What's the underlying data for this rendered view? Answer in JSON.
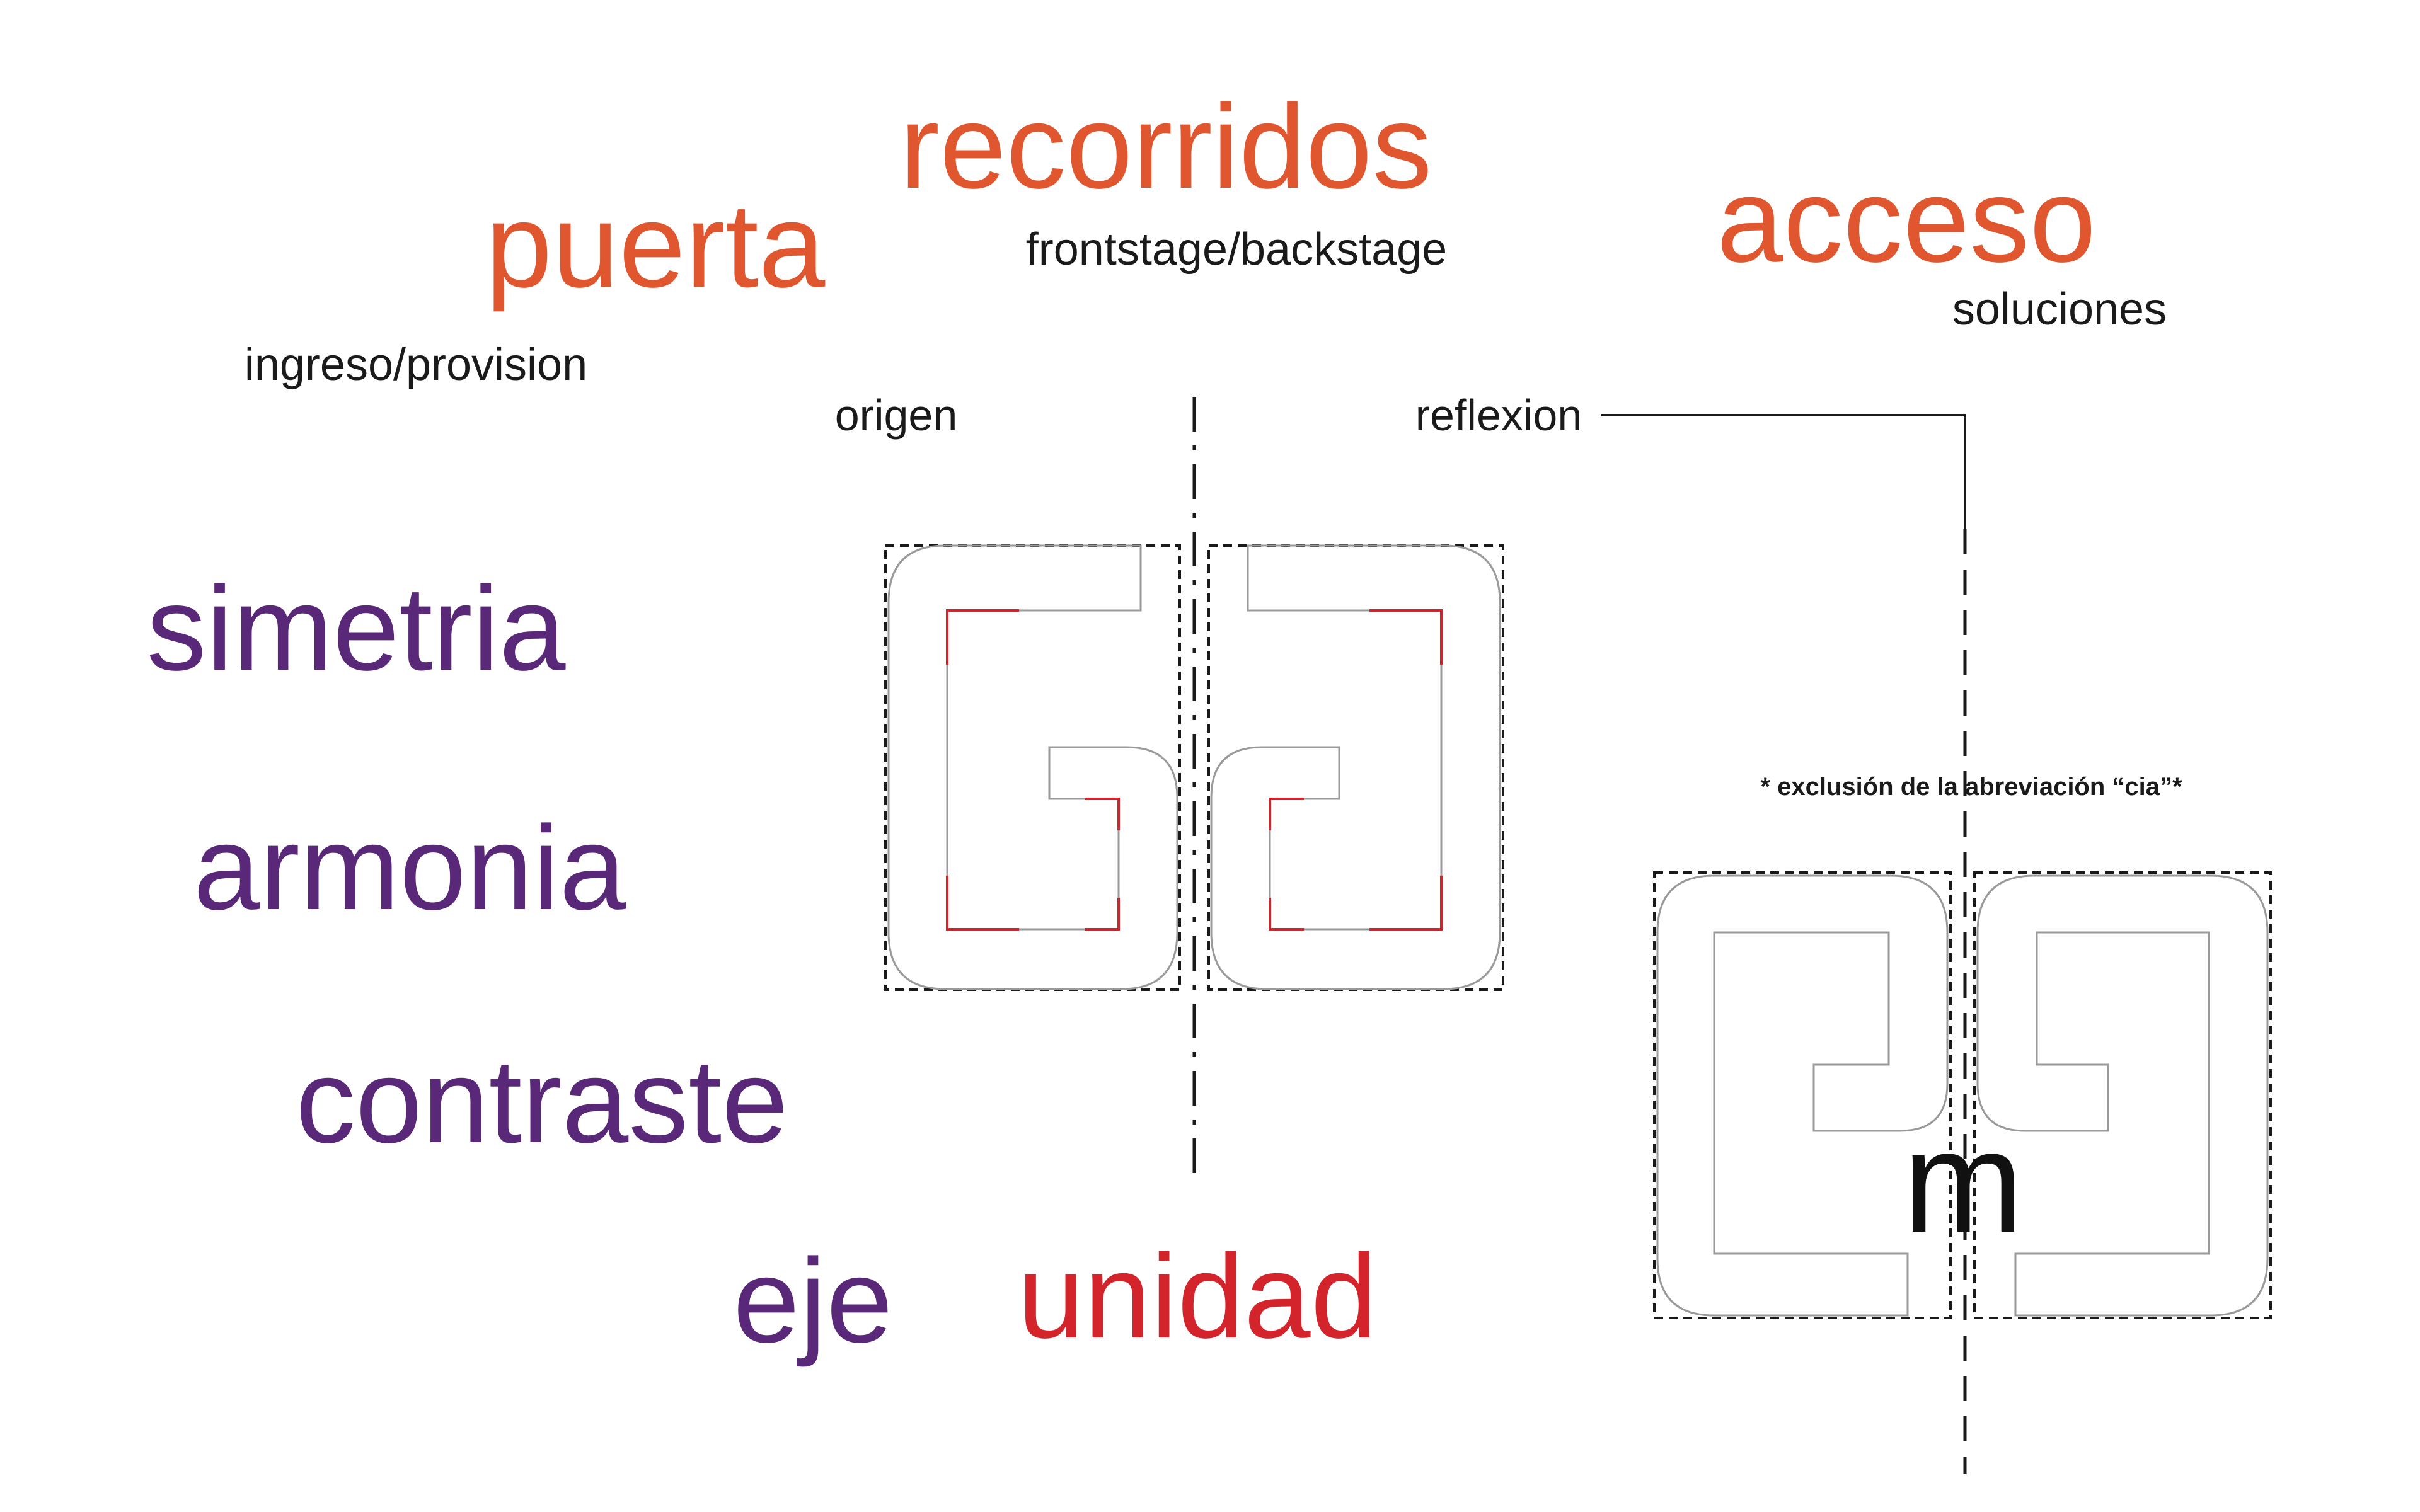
{
  "headings": {
    "puerta": "puerta",
    "ingreso": "ingreso/provision",
    "recorridos": "recorridos",
    "frontstage": "frontstage/backstage",
    "acceso": "acceso",
    "soluciones": "soluciones"
  },
  "labels": {
    "origen": "origen",
    "reflexion": "reflexion"
  },
  "concepts": {
    "simetria": "simetria",
    "armonia": "armonia",
    "contraste": "contraste",
    "eje": "eje",
    "unidad": "unidad"
  },
  "note": "* exclusión  de la abreviación “cia”*",
  "center_letter": "m",
  "colors": {
    "orange": "#e0562f",
    "purple": "#5a2878",
    "red": "#d3242c",
    "ink": "#1a1a1a",
    "outline": "#9a9a9a"
  }
}
